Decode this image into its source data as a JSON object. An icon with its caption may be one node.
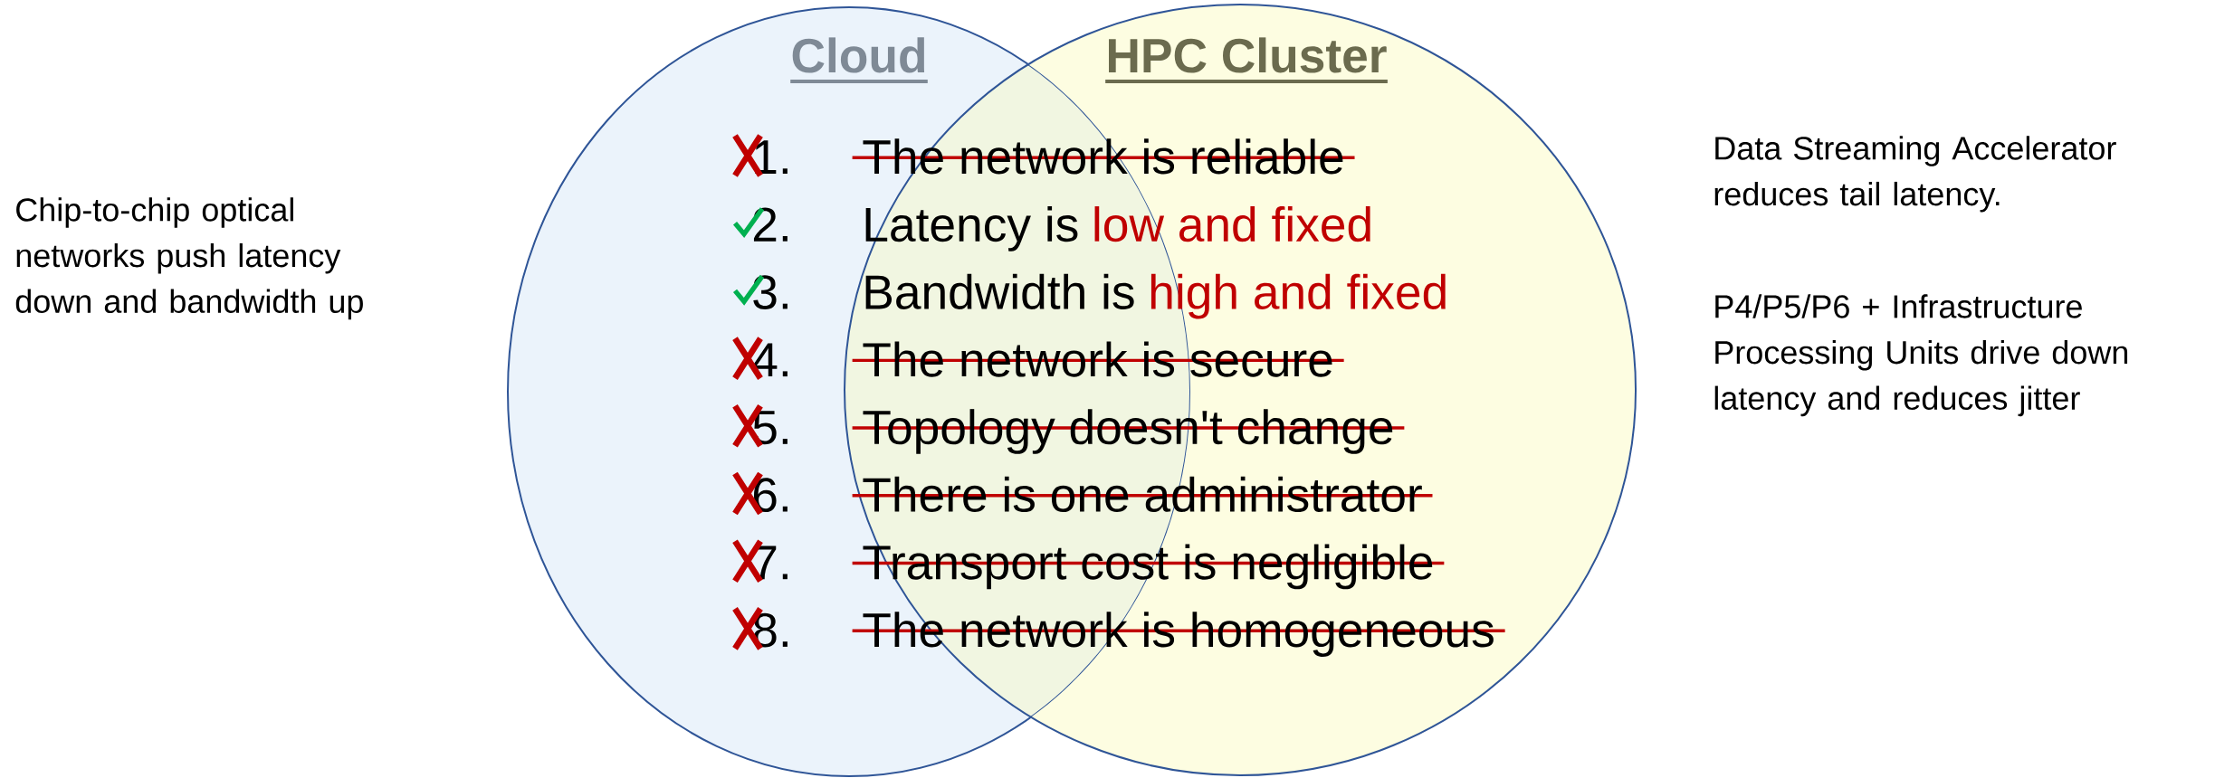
{
  "diagram": {
    "nodes": [
      {
        "text": [
          "Cloud"
        ]
      },
      {
        "text": [
          "HPC Cluster"
        ]
      }
    ],
    "labels": [
      "Chip-to-chip optical networks push latency down and bandwidth up",
      "1.",
      "The network is reliable",
      "2.",
      "Latency is",
      "low and fixed",
      "3.",
      "Bandwidth is",
      "high and fixed",
      "4.",
      "The network is secure",
      "5.",
      "Topology doesn't change",
      "6.",
      "There is one administrator",
      "7.",
      "Transport cost is negligible",
      "8.",
      "The network is homogeneous",
      "Data Streaming Accelerator reduces tail latency.",
      "P4/P5/P6 + Infrastructure Processing Units drive down latency and reduces jitter"
    ]
  }
}
